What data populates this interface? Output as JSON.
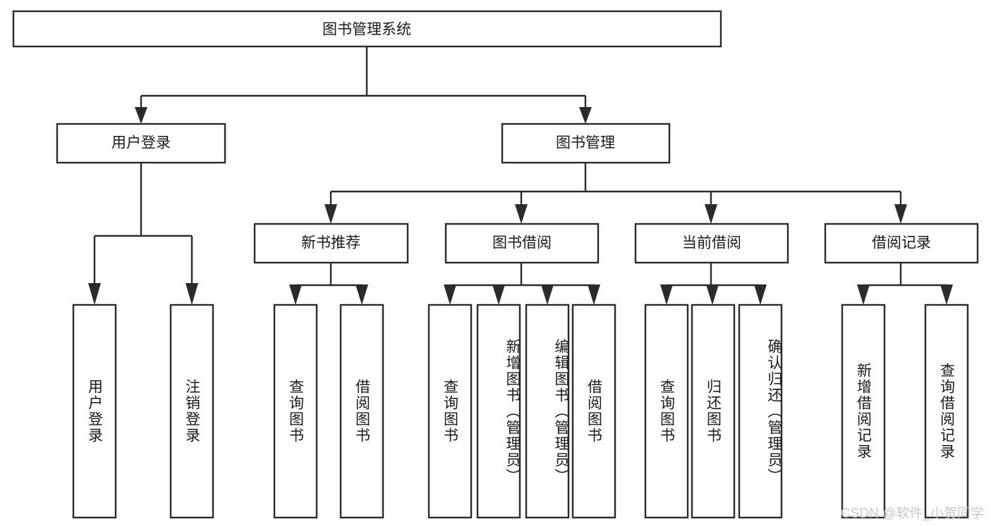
{
  "diagram": {
    "type": "tree-hierarchy",
    "title": "图书管理系统",
    "root": {
      "id": "root",
      "label": "图书管理系统"
    },
    "level1": [
      {
        "id": "user-login",
        "label": "用户登录"
      },
      {
        "id": "book-manage",
        "label": "图书管理"
      }
    ],
    "level2": [
      {
        "id": "new-book-recommend",
        "label": "新书推荐",
        "parent": "book-manage"
      },
      {
        "id": "book-borrow",
        "label": "图书借阅",
        "parent": "book-manage"
      },
      {
        "id": "current-borrow",
        "label": "当前借阅",
        "parent": "book-manage"
      },
      {
        "id": "borrow-record",
        "label": "借阅记录",
        "parent": "book-manage"
      }
    ],
    "leaves": {
      "user_login": [
        {
          "id": "leaf-user-login",
          "label": "用户登录"
        },
        {
          "id": "leaf-logout",
          "label": "注销登录"
        }
      ],
      "new_book_recommend": [
        {
          "id": "leaf-query-book-1",
          "label": "查询图书"
        },
        {
          "id": "leaf-borrow-book-1",
          "label": "借阅图书"
        }
      ],
      "book_borrow": [
        {
          "id": "leaf-query-book-2",
          "label": "查询图书"
        },
        {
          "id": "leaf-add-book",
          "label": "新增图书（管理员）"
        },
        {
          "id": "leaf-edit-book",
          "label": "编辑图书（管理员）"
        },
        {
          "id": "leaf-borrow-book-2",
          "label": "借阅图书"
        }
      ],
      "current_borrow": [
        {
          "id": "leaf-query-book-3",
          "label": "查询图书"
        },
        {
          "id": "leaf-return-book",
          "label": "归还图书"
        },
        {
          "id": "leaf-confirm-return",
          "label": "确认归还（管理员）"
        }
      ],
      "borrow_record": [
        {
          "id": "leaf-add-record",
          "label": "新增借阅记录"
        },
        {
          "id": "leaf-query-record",
          "label": "查询借阅记录"
        }
      ]
    }
  },
  "watermark": {
    "text": "CSDN @软件_小贺同学"
  },
  "colors": {
    "stroke": "#2b2b2b",
    "fill": "#ffffff",
    "text": "#1a1a1a",
    "watermark": "#c9c9c9"
  }
}
